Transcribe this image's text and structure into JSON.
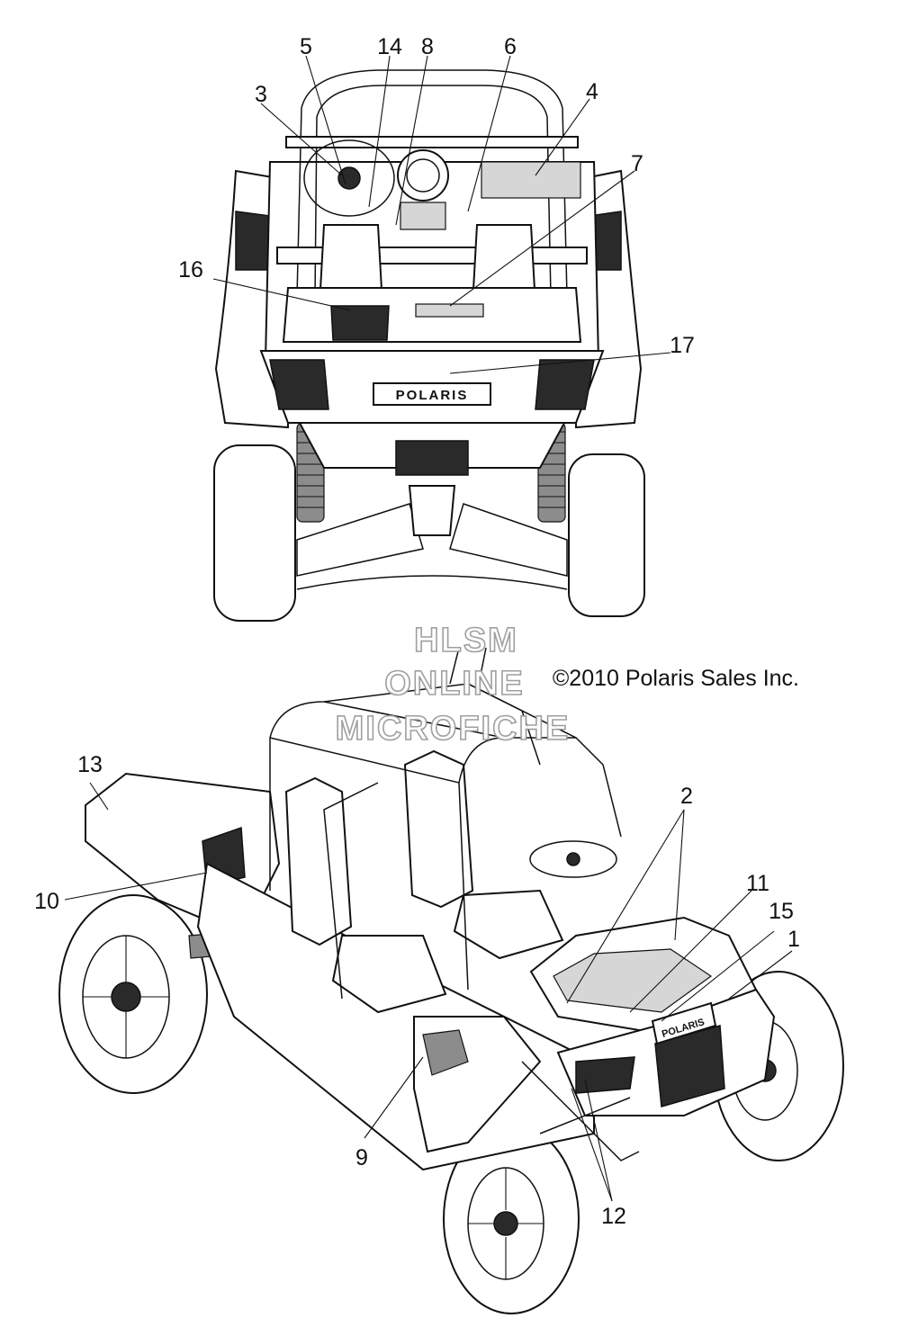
{
  "callouts": {
    "c1": "1",
    "c2": "2",
    "c3": "3",
    "c4": "4",
    "c5": "5",
    "c6": "6",
    "c7": "7",
    "c8": "8",
    "c9": "9",
    "c10": "10",
    "c11": "11",
    "c12": "12",
    "c13": "13",
    "c14": "14",
    "c15": "15",
    "c16": "16",
    "c17": "17"
  },
  "copyright": "©2010 Polaris Sales Inc.",
  "watermark": {
    "line1": "HLSM",
    "line2": "ONLINE",
    "line3": "MICROFICHE"
  },
  "decals": {
    "front_badge": "POLARIS",
    "hood_badge": "POLARIS"
  }
}
